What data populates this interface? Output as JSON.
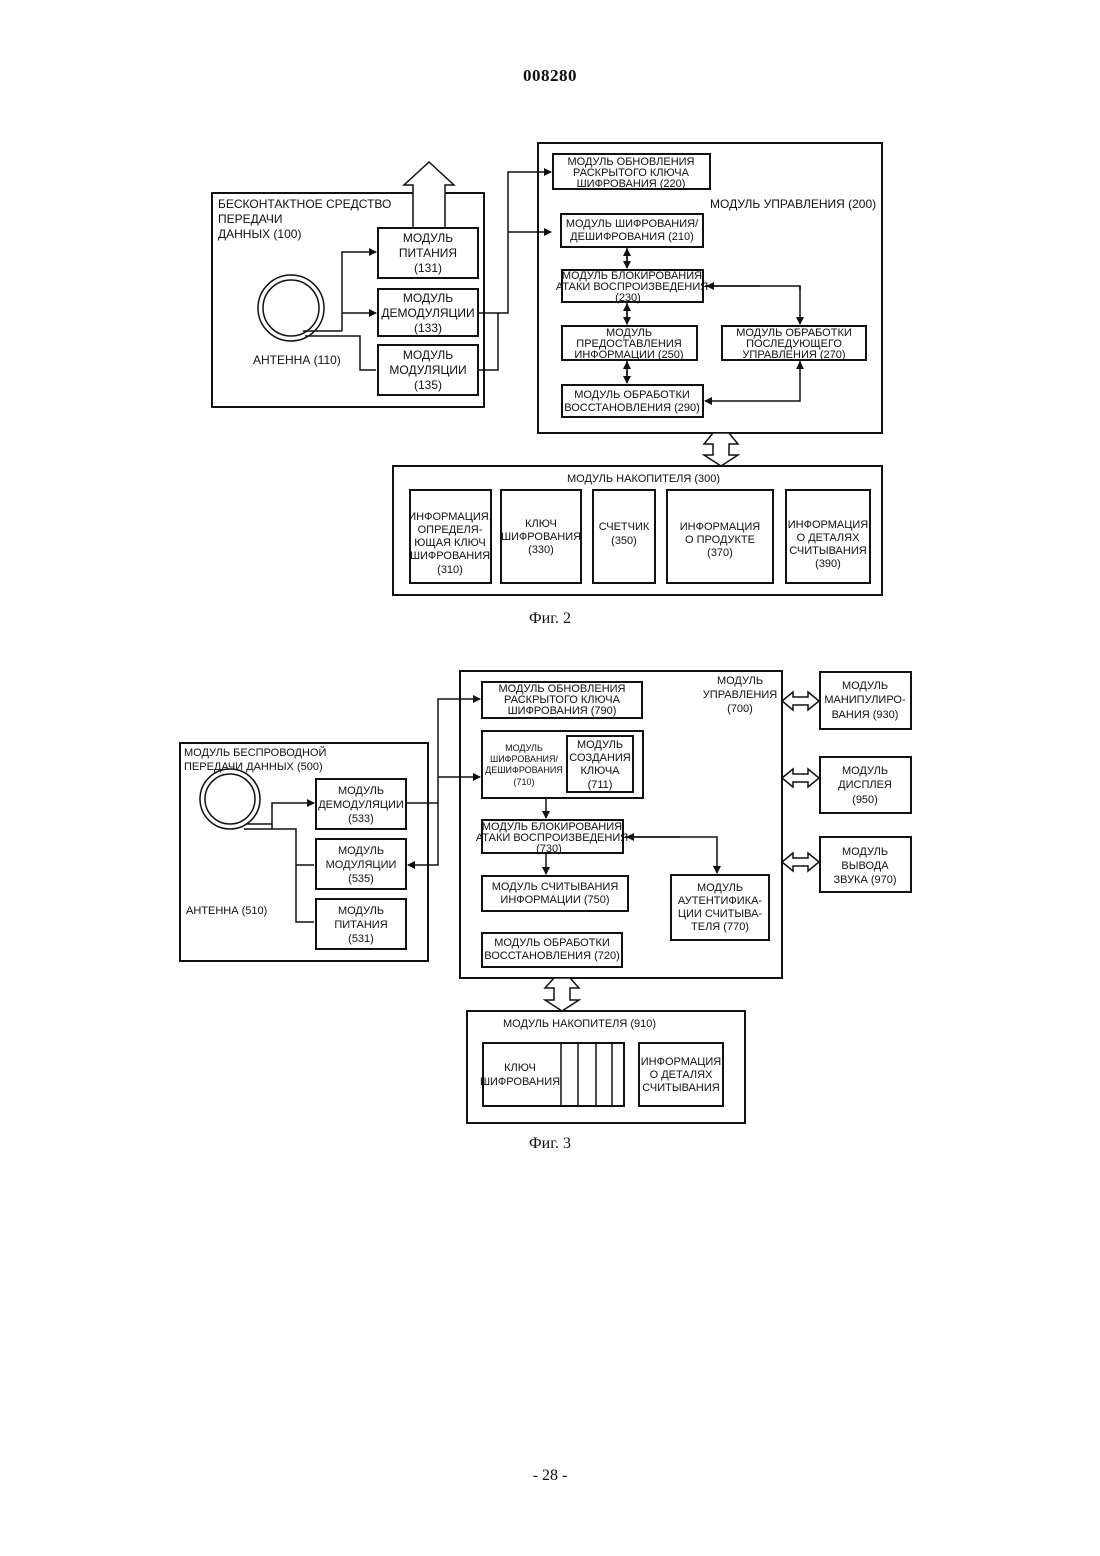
{
  "document_number": "008280",
  "page_number": "- 28 -",
  "fig2": {
    "caption": "Фиг. 2",
    "device_title": [
      "БЕСКОНТАКТНОЕ СРЕДСТВО",
      "ПЕРЕДАЧИ",
      "ДАННЫХ (100)"
    ],
    "antenna": "АНТЕННА (110)",
    "power": [
      "МОДУЛЬ",
      "ПИТАНИЯ",
      "(131)"
    ],
    "demod": [
      "МОДУЛЬ",
      "ДЕМОДУЛЯЦИИ",
      "(133)"
    ],
    "mod": [
      "МОДУЛЬ",
      "МОДУЛЯЦИИ",
      "(135)"
    ],
    "control_title": "МОДУЛЬ УПРАВЛЕНИЯ (200)",
    "key_update": [
      "МОДУЛЬ ОБНОВЛЕНИЯ",
      "РАСКРЫТОГО КЛЮЧА",
      "ШИФРОВАНИЯ (220)"
    ],
    "encrypt": [
      "МОДУЛЬ ШИФРОВАНИЯ/",
      "ДЕШИФРОВАНИЯ (210)"
    ],
    "replay_block": [
      "МОДУЛЬ БЛОКИРОВАНИЯ",
      "АТАКИ ВОСПРОИЗВЕДЕНИЯ",
      "(230)"
    ],
    "info_provide": [
      "МОДУЛЬ",
      "ПРЕДОСТАВЛЕНИЯ",
      "ИНФОРМАЦИИ (250)"
    ],
    "post_control": [
      "МОДУЛЬ ОБРАБОТКИ",
      "ПОСЛЕДУЮЩЕГО",
      "УПРАВЛЕНИЯ (270)"
    ],
    "restore": [
      "МОДУЛЬ ОБРАБОТКИ",
      "ВОССТАНОВЛЕНИЯ (290)"
    ],
    "storage_title": "МОДУЛЬ НАКОПИТЕЛЯ (300)",
    "storage_items": [
      [
        "ИНФОРМАЦИЯ,",
        "ОПРЕДЕЛЯ-",
        "ЮЩАЯ КЛЮЧ",
        "ШИФРОВАНИЯ",
        "(310)"
      ],
      [
        "КЛЮЧ",
        "ШИФРОВАНИЯ",
        "(330)"
      ],
      [
        "СЧЕТЧИК",
        "(350)"
      ],
      [
        "ИНФОРМАЦИЯ",
        "О ПРОДУКТЕ",
        "(370)"
      ],
      [
        "ИНФОРМАЦИЯ",
        "О ДЕТАЛЯХ",
        "СЧИТЫВАНИЯ",
        "(390)"
      ]
    ]
  },
  "fig3": {
    "caption": "Фиг. 3",
    "device_title": [
      "МОДУЛЬ БЕСПРОВОДНОЙ",
      "ПЕРЕДАЧИ ДАННЫХ (500)"
    ],
    "antenna": "АНТЕННА (510)",
    "demod": [
      "МОДУЛЬ",
      "ДЕМОДУЛЯЦИИ",
      "(533)"
    ],
    "mod": [
      "МОДУЛЬ",
      "МОДУЛЯЦИИ",
      "(535)"
    ],
    "power": [
      "МОДУЛЬ",
      "ПИТАНИЯ",
      "(531)"
    ],
    "control_title": [
      "МОДУЛЬ",
      "УПРАВЛЕНИЯ",
      "(700)"
    ],
    "key_update": [
      "МОДУЛЬ ОБНОВЛЕНИЯ",
      "РАСКРЫТОГО КЛЮЧА",
      "ШИФРОВАНИЯ   (790)"
    ],
    "encrypt": [
      "МОДУЛЬ",
      "ШИФРОВАНИЯ/",
      "ДЕШИФРОВАНИЯ",
      "(710)"
    ],
    "keygen": [
      "МОДУЛЬ",
      "СОЗДАНИЯ",
      "КЛЮЧА",
      "(711)"
    ],
    "replay_block": [
      "МОДУЛЬ БЛОКИРОВАНИЯ",
      "АТАКИ ВОСПРОИЗВЕДЕНИЯ",
      "(730)"
    ],
    "info_read": [
      "МОДУЛЬ СЧИТЫВАНИЯ",
      "ИНФОРМАЦИИ (750)"
    ],
    "reader_auth": [
      "МОДУЛЬ",
      "АУТЕНТИФИКА-",
      "ЦИИ СЧИТЫВА-",
      "ТЕЛЯ (770)"
    ],
    "restore": [
      "МОДУЛЬ ОБРАБОТКИ",
      "ВОССТАНОВЛЕНИЯ (720)"
    ],
    "manip": [
      "МОДУЛЬ",
      "МАНИПУЛИРО-",
      "ВАНИЯ (930)"
    ],
    "display": [
      "МОДУЛЬ",
      "ДИСПЛЕЯ",
      "(950)"
    ],
    "sound": [
      "МОДУЛЬ",
      "ВЫВОДА",
      "ЗВУКА (970)"
    ],
    "storage_title": "МОДУЛЬ НАКОПИТЕЛЯ (910)",
    "key_item": [
      "КЛЮЧ",
      "ШИФРОВАНИЯ"
    ],
    "read_info_item": [
      "ИНФОРМАЦИЯ",
      "О ДЕТАЛЯХ",
      "СЧИТЫВАНИЯ"
    ]
  }
}
